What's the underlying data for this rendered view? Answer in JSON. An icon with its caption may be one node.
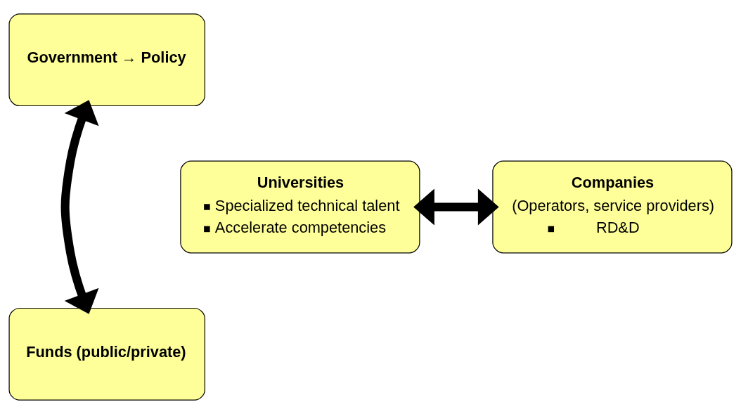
{
  "diagram": {
    "nodes": [
      {
        "text": [
          "Government → Policy"
        ]
      },
      {
        "text": [
          "Universities",
          "Specialized technical talent",
          "Accelerate competencies"
        ]
      },
      {
        "text": [
          "Companies",
          "(Operators, service providers)",
          "RD&D"
        ]
      },
      {
        "text": [
          "Funds (public/private)"
        ]
      }
    ],
    "edges": [
      {
        "from": 0,
        "to": 3,
        "arrow": "both"
      },
      {
        "from": 1,
        "to": 2,
        "arrow": "both"
      }
    ]
  }
}
